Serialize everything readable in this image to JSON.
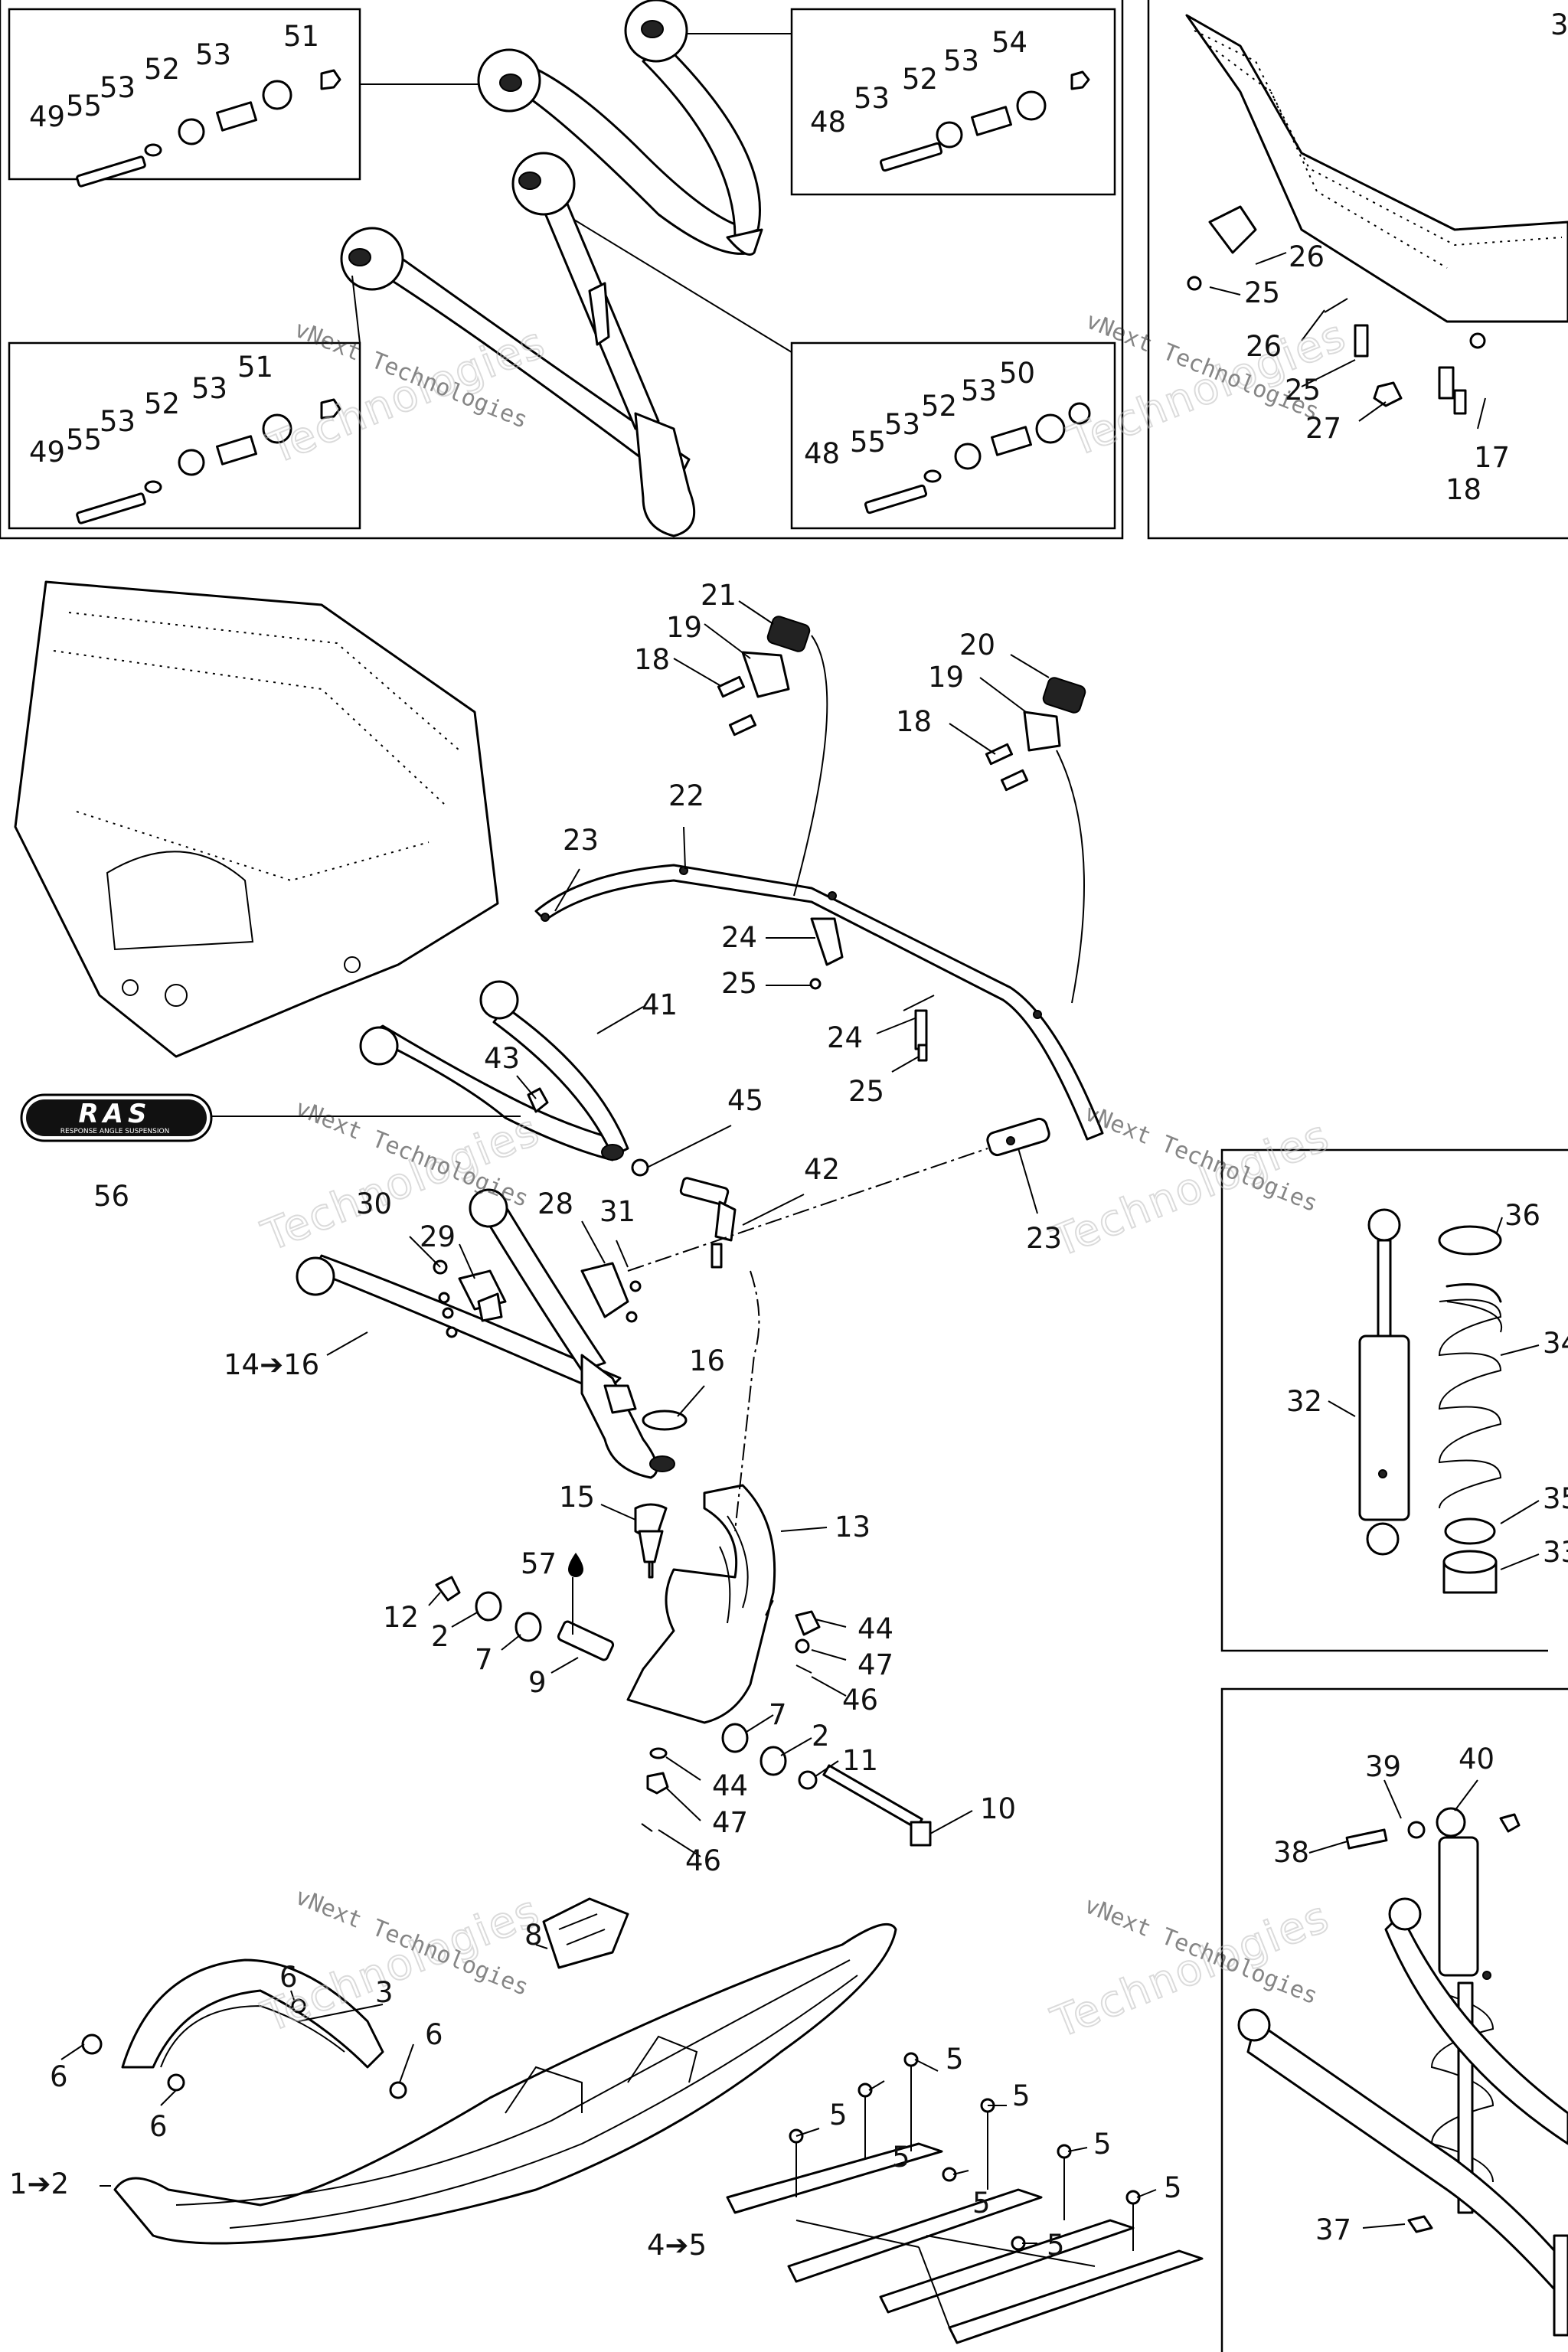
{
  "callouts": {
    "tl_51": "51",
    "tl_53b": "53",
    "tl_52": "52",
    "tl_53a": "53",
    "tl_55": "55",
    "tl_49": "49",
    "ml_51": "51",
    "ml_53b": "53",
    "ml_52": "52",
    "ml_53a": "53",
    "ml_55": "55",
    "ml_49": "49",
    "tr_54": "54",
    "tr_53b": "53",
    "tr_52": "52",
    "tr_53a": "53",
    "tr_48": "48",
    "mr_50": "50",
    "mr_53b": "53",
    "mr_52": "52",
    "mr_53a": "53",
    "mr_55": "55",
    "mr_48": "48",
    "fr_3": "3",
    "fr_26a": "26",
    "fr_25a": "25",
    "fr_26b": "26",
    "fr_25b": "25",
    "fr_27": "27",
    "fr_17": "17",
    "fr_18": "18",
    "m_21": "21",
    "m_19a": "19",
    "m_18a": "18",
    "m_20": "20",
    "m_19b": "19",
    "m_18b": "18",
    "m_22": "22",
    "m_23a": "23",
    "m_24a": "24",
    "m_25a": "25",
    "m_24b": "24",
    "m_25b": "25",
    "m_41": "41",
    "m_43": "43",
    "m_45": "45",
    "m_56": "56",
    "m_42": "42",
    "m_23b": "23",
    "m_30": "30",
    "m_28": "28",
    "m_31": "31",
    "m_29": "29",
    "m_14_16": "14➔16",
    "m_16": "16",
    "m_15": "15",
    "m_13": "13",
    "m_57": "57",
    "m_12": "12",
    "m_2a": "2",
    "m_7a": "7",
    "m_9": "9",
    "m_44a": "44",
    "m_47a": "47",
    "m_46a": "46",
    "m_7b": "7",
    "m_2b": "2",
    "m_11": "11",
    "m_44b": "44",
    "m_47b": "47",
    "m_46b": "46",
    "m_10": "10",
    "s_36": "36",
    "s_34": "34",
    "s_32": "32",
    "s_35": "35",
    "s_33": "33",
    "r_39": "39",
    "r_40": "40",
    "r_38": "38",
    "r_37": "37",
    "b_8": "8",
    "b_6a": "6",
    "b_3": "3",
    "b_6b": "6",
    "b_6c": "6",
    "b_6d": "6",
    "b_1_2": "1➔2",
    "b_4_5": "4➔5",
    "b_5a": "5",
    "b_5b": "5",
    "b_5c": "5",
    "b_5d": "5",
    "b_5e": "5",
    "b_5f": "5",
    "b_5g": "5",
    "b_5h": "5"
  },
  "logo": {
    "text": "RAS",
    "subtitle": "RESPONSE ANGLE SUSPENSION"
  },
  "watermark": {
    "small": "vNext Technologies",
    "large": "Technologies"
  }
}
